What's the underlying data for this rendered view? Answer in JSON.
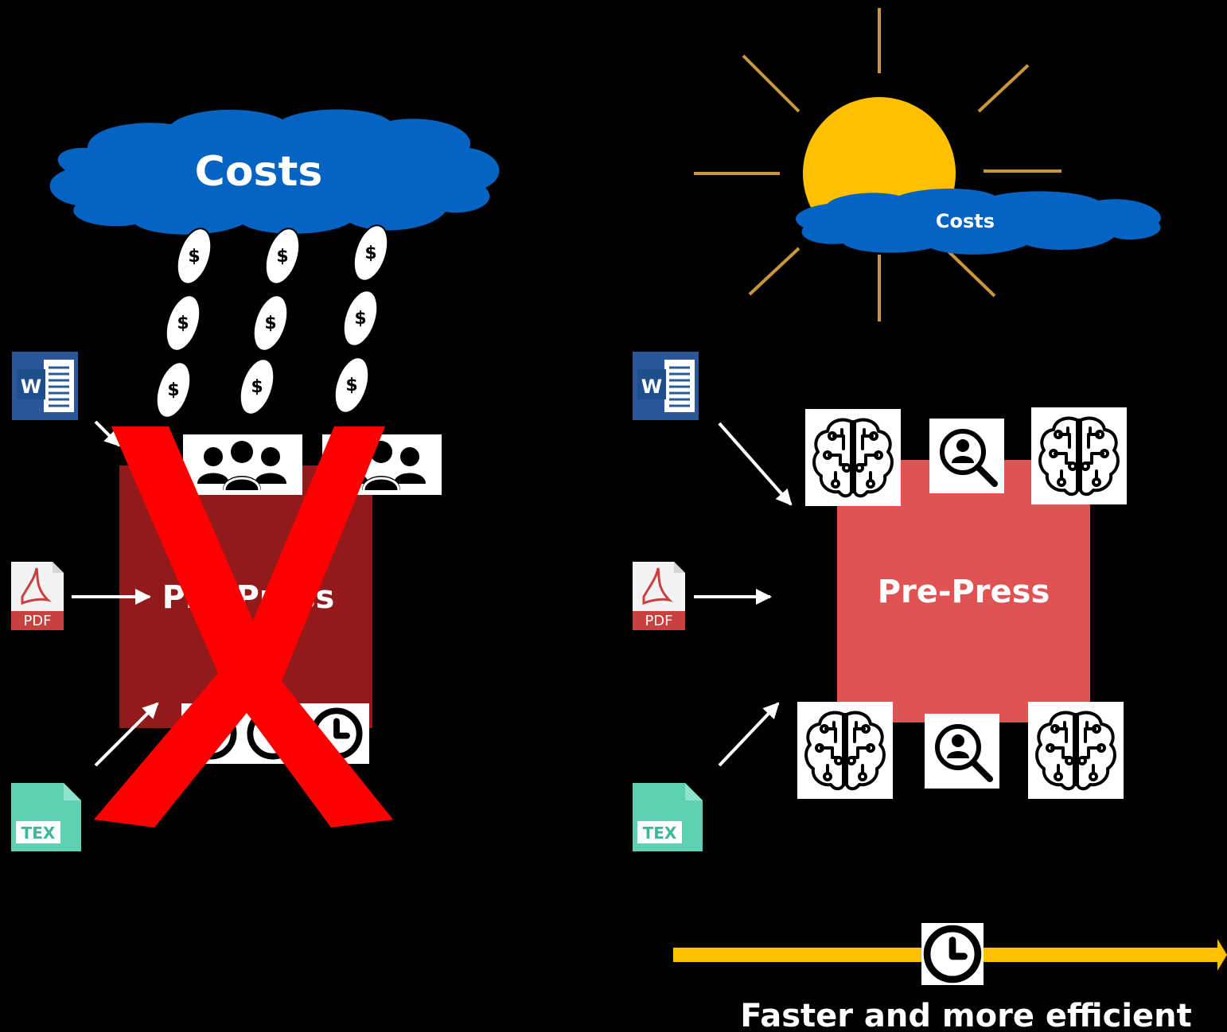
{
  "before": {
    "cloud_label": "Costs",
    "coin_symbol": "$",
    "box_label": "Pre-Press",
    "box_color": "#931a1a",
    "cross_color": "#ff0000",
    "cloud_color": "#0563c1"
  },
  "after": {
    "cloud_label": "Costs",
    "box_label": "Pre-Press",
    "box_color": "#e15252",
    "sun_color": "#ffc000",
    "ray_color": "#c8963c",
    "cloud_color": "#0563c1"
  },
  "inputs": {
    "word_letter": "W",
    "pdf_label": "PDF",
    "tex_label": "TEX"
  },
  "timeline": {
    "caption": "Faster and more efficient",
    "bar_color": "#ffc000"
  },
  "icons": [
    "word-doc-icon",
    "pdf-doc-icon",
    "tex-doc-icon",
    "people-icon",
    "clock-icon",
    "ai-brain-icon",
    "search-person-icon",
    "dollar-coin-icon",
    "sun-icon",
    "cloud-icon"
  ]
}
